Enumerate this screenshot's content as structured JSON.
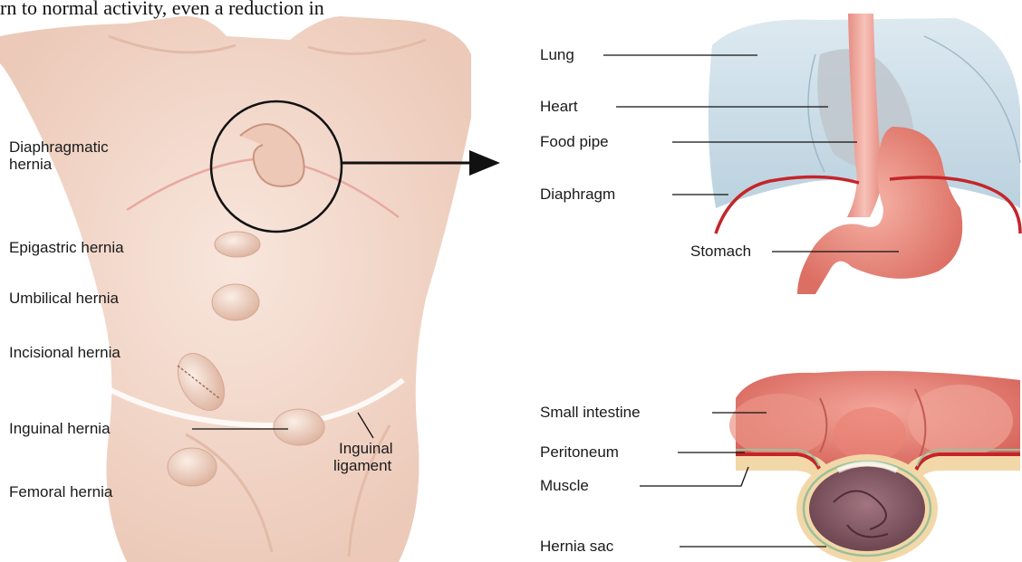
{
  "top_text": "rn to normal activity, even a reduction in",
  "left_panel": {
    "labels": {
      "diaphragmatic_line1": "Diaphragmatic",
      "diaphragmatic_line2": "hernia",
      "epigastric": "Epigastric hernia",
      "umbilical": "Umbilical hernia",
      "incisional": "Incisional hernia",
      "inguinal": "Inguinal hernia",
      "inguinal_ligament_line1": "Inguinal",
      "inguinal_ligament_line2": "ligament",
      "femoral": "Femoral hernia"
    }
  },
  "upper_right_panel": {
    "labels": {
      "lung": "Lung",
      "heart": "Heart",
      "food_pipe": "Food pipe",
      "diaphragm": "Diaphragm",
      "stomach": "Stomach"
    }
  },
  "lower_right_panel": {
    "labels": {
      "small_intestine": "Small intestine",
      "peritoneum": "Peritoneum",
      "muscle": "Muscle",
      "hernia_sac": "Hernia sac"
    }
  },
  "colors": {
    "skin": "#f4dccf",
    "skin_shadow": "#e6bfae",
    "lung": "#c9dde8",
    "organ": "#e8837a",
    "diaphragm": "#c4252a",
    "leader_line": "#111111"
  }
}
